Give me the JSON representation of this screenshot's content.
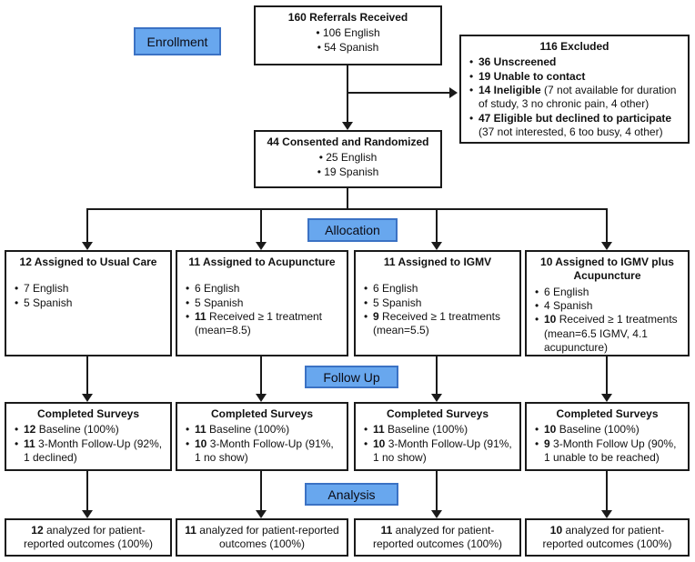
{
  "stage_labels": {
    "enrollment": "Enrollment",
    "allocation": "Allocation",
    "follow_up": "Follow Up",
    "analysis": "Analysis"
  },
  "colors": {
    "label_fill": "#68A7EE",
    "label_border": "#3B72C4",
    "box_border": "#1a1a1a"
  },
  "enrollment": {
    "referrals": {
      "title": "160 Referrals Received",
      "bullets": [
        {
          "bold": "",
          "rest": "106 English"
        },
        {
          "bold": "",
          "rest": "54 Spanish"
        }
      ]
    },
    "excluded": {
      "title": "116 Excluded",
      "bullets": [
        {
          "bold": "36 Unscreened",
          "rest": ""
        },
        {
          "bold": "19 Unable to contact",
          "rest": ""
        },
        {
          "bold": "14 Ineligible",
          "rest": " (7 not available for duration of study, 3 no chronic pain, 4 other)"
        },
        {
          "bold": "47 Eligible but declined to participate",
          "rest": " (37 not interested, 6 too busy, 4 other)"
        }
      ]
    },
    "consented": {
      "title": "44 Consented and Randomized",
      "bullets": [
        {
          "bold": "",
          "rest": "25 English"
        },
        {
          "bold": "",
          "rest": "19 Spanish"
        }
      ]
    }
  },
  "allocation": {
    "boxes": [
      {
        "title": "12 Assigned to Usual Care",
        "bullets": [
          {
            "bold": "",
            "rest": "7 English"
          },
          {
            "bold": "",
            "rest": "5 Spanish"
          }
        ]
      },
      {
        "title": "11 Assigned to Acupuncture",
        "bullets": [
          {
            "bold": "",
            "rest": "6 English"
          },
          {
            "bold": "",
            "rest": "5 Spanish"
          },
          {
            "bold": "11",
            "rest": " Received ≥ 1 treatment (mean=8.5)"
          }
        ]
      },
      {
        "title": "11 Assigned to IGMV",
        "bullets": [
          {
            "bold": "",
            "rest": "6 English"
          },
          {
            "bold": "",
            "rest": "5 Spanish"
          },
          {
            "bold": "9",
            "rest": " Received ≥ 1 treatments (mean=5.5)"
          }
        ]
      },
      {
        "title": "10 Assigned to IGMV plus Acupuncture",
        "bullets": [
          {
            "bold": "",
            "rest": "6 English"
          },
          {
            "bold": "",
            "rest": "4 Spanish"
          },
          {
            "bold": "10",
            "rest": " Received ≥ 1 treatments (mean=6.5 IGMV, 4.1 acupuncture)"
          }
        ]
      }
    ]
  },
  "follow_up": {
    "boxes": [
      {
        "title": "Completed Surveys",
        "bullets": [
          {
            "bold": "12",
            "rest": " Baseline (100%)"
          },
          {
            "bold": "11",
            "rest": " 3-Month Follow-Up (92%, 1 declined)"
          }
        ]
      },
      {
        "title": "Completed Surveys",
        "bullets": [
          {
            "bold": "11",
            "rest": " Baseline (100%)"
          },
          {
            "bold": "10",
            "rest": " 3-Month Follow-Up (91%, 1 no show)"
          }
        ]
      },
      {
        "title": "Completed Surveys",
        "bullets": [
          {
            "bold": "11",
            "rest": " Baseline (100%)"
          },
          {
            "bold": "10",
            "rest": " 3-Month Follow-Up (91%, 1 no show)"
          }
        ]
      },
      {
        "title": "Completed Surveys",
        "bullets": [
          {
            "bold": "10",
            "rest": " Baseline (100%)"
          },
          {
            "bold": "9",
            "rest": " 3-Month Follow Up (90%, 1 unable to be reached)"
          }
        ]
      }
    ]
  },
  "analysis": {
    "boxes": [
      {
        "bold": "12",
        "rest": " analyzed for patient-reported outcomes (100%)"
      },
      {
        "bold": "11",
        "rest": " analyzed for patient-reported outcomes (100%)"
      },
      {
        "bold": "11",
        "rest": " analyzed for patient-reported outcomes (100%)"
      },
      {
        "bold": "10",
        "rest": " analyzed for patient-reported outcomes (100%)"
      }
    ]
  }
}
